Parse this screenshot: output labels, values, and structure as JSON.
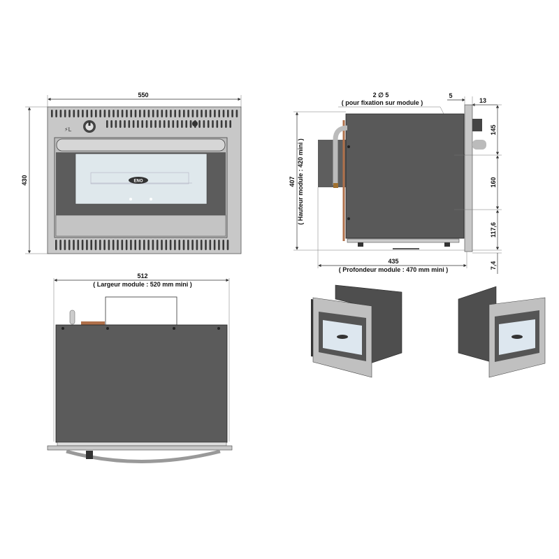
{
  "front_view": {
    "width_label": "550",
    "height_label": "430",
    "logo_text": "ENO"
  },
  "side_view": {
    "holes_label": "2 ∅ 5",
    "holes_note": "( pour fixation sur module )",
    "panel_offset_label": "5",
    "panel_thickness_label": "13",
    "height_label": "407",
    "height_note": "( Hauteur module : 420 mini )",
    "depth_label": "435",
    "depth_note": "( Profondeur module : 470 mm mini )",
    "right_dims": [
      "145",
      "160",
      "117,6",
      "7,4"
    ]
  },
  "top_view": {
    "width_label": "512",
    "width_note": "( Largeur module : 520 mm mini )"
  },
  "colors": {
    "body": "#5b5b5b",
    "panel": "#c9c9c9",
    "glass": "#dfe8ec",
    "copper": "#b0704a"
  }
}
